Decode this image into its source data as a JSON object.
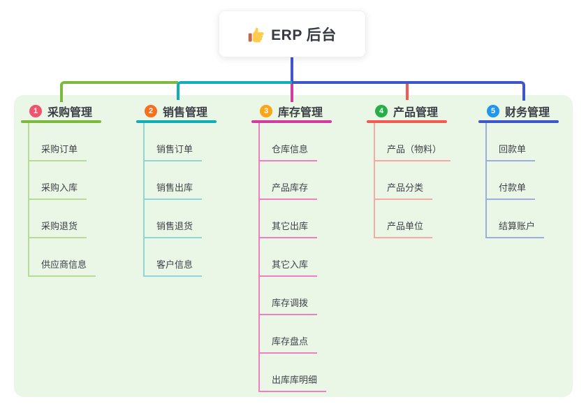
{
  "root": {
    "title": "ERP 后台",
    "icon": "thumbs-up-icon",
    "line_color": "#4156ce"
  },
  "canvas": {
    "page_background": "#ffffff",
    "panel_background": "#eaf6e6",
    "card_background": "#ffffff",
    "title_text_color": "#363b43",
    "branch_text_color": "#3a3f45",
    "child_text_color": "#3e4349"
  },
  "branches": [
    {
      "index": "1",
      "label": "采购管理",
      "badge_color": "#f1536f",
      "line_color": "#7cb93f",
      "child_line_color": "#b7db94",
      "children": [
        "采购订单",
        "采购入库",
        "采购退货",
        "供应商信息"
      ]
    },
    {
      "index": "2",
      "label": "销售管理",
      "badge_color": "#f57120",
      "line_color": "#12aeb4",
      "child_line_color": "#8fd6d2",
      "children": [
        "销售订单",
        "销售出库",
        "销售退货",
        "客户信息"
      ]
    },
    {
      "index": "3",
      "label": "库存管理",
      "badge_color": "#f9a61a",
      "line_color": "#d23c9e",
      "child_line_color": "#f07ec0",
      "children": [
        "仓库信息",
        "产品库存",
        "其它出库",
        "其它入库",
        "库存调拨",
        "库存盘点",
        "出库库明细"
      ]
    },
    {
      "index": "4",
      "label": "产品管理",
      "badge_color": "#27ae49",
      "line_color": "#f25b52",
      "child_line_color": "#f8a8a3",
      "children": [
        "产品（物料）",
        "产品分类",
        "产品单位"
      ]
    },
    {
      "index": "5",
      "label": "财务管理",
      "badge_color": "#2096ed",
      "line_color": "#3d56c8",
      "child_line_color": "#9daddf",
      "children": [
        "回款单",
        "付款单",
        "结算账户"
      ]
    }
  ]
}
